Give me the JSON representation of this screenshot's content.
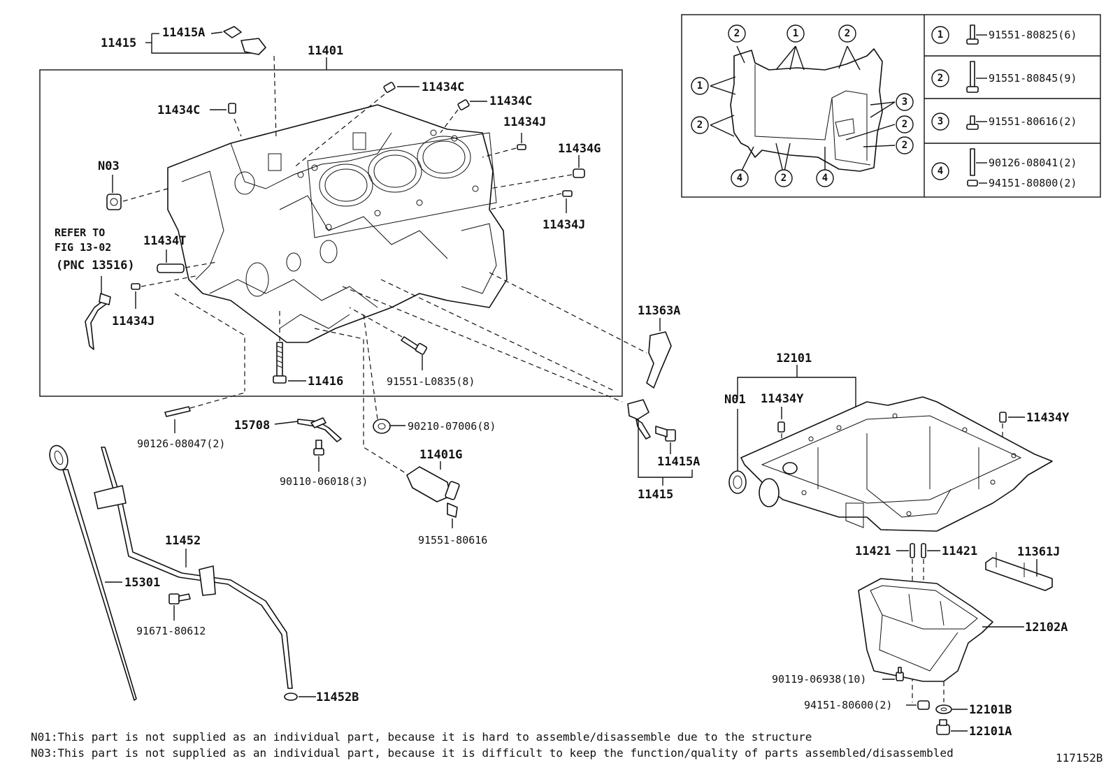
{
  "labels": {
    "l11415_top": "11415",
    "l11415A_top": "11415A",
    "l11401": "11401",
    "l11434C_a": "11434C",
    "l11434C_b": "11434C",
    "l11434C_c": "11434C",
    "l11434J_a": "11434J",
    "l11434G": "11434G",
    "l11434J_b": "11434J",
    "lN03": "N03",
    "lRefer1": "REFER TO",
    "lRefer2": "FIG 13-02",
    "lRefer3": "(PNC 13516)",
    "l11434T": "11434T",
    "l11434J_c": "11434J",
    "l11416": "11416",
    "l91551L0835": "91551-L0835(8)",
    "l11363A": "11363A",
    "l12101": "12101",
    "lN01": "N01",
    "l11434Y_a": "11434Y",
    "l11434Y_b": "11434Y",
    "l90126_08047": "90126-08047(2)",
    "l15708": "15708",
    "l90210_07006": "90210-07006(8)",
    "l11415A_bot": "11415A",
    "l11415_bot": "11415",
    "l11401G": "11401G",
    "l90110_06018": "90110-06018(3)",
    "l91551_80616": "91551-80616",
    "l11452": "11452",
    "l15301": "15301",
    "l91671_80612": "91671-80612",
    "l11452B": "11452B",
    "l11421_a": "11421",
    "l11421_b": "11421",
    "l11361J": "11361J",
    "l12102A": "12102A",
    "l90119_06938": "90119-06938(10)",
    "l94151_80600": "94151-80600(2)",
    "l12101B": "12101B",
    "l12101A": "12101A"
  },
  "inset": {
    "callouts": [
      "1",
      "2",
      "3",
      "4"
    ],
    "legend": [
      {
        "num": "1",
        "part": "91551-80825(6)"
      },
      {
        "num": "2",
        "part": "91551-80845(9)"
      },
      {
        "num": "3",
        "part": "91551-80616(2)"
      },
      {
        "num": "4",
        "part": "90126-08041(2)",
        "part2": "94151-80800(2)"
      }
    ]
  },
  "notes": {
    "n01": "N01:This part is not supplied as an individual part, because it is hard to assemble/disassemble due to the structure",
    "n03": "N03:This part is not supplied as an individual part, because it is difficult to keep the function/quality of parts assembled/disassembled"
  },
  "code": "117152B"
}
